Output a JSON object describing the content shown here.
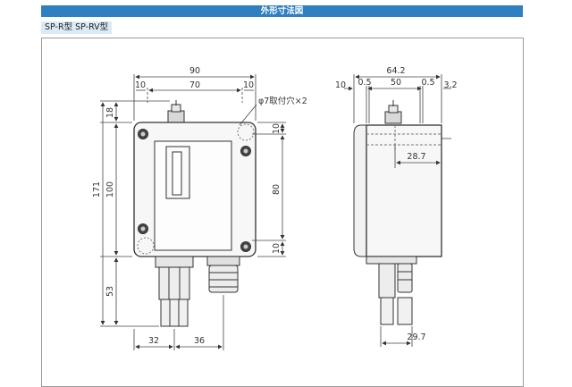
{
  "header": {
    "title": "外形寸法図"
  },
  "model_tag": {
    "label": "SP-R型  SP-RV型"
  },
  "front_view": {
    "dim_total_width": "90",
    "dim_left_margin": "10",
    "dim_center_width": "70",
    "dim_right_margin": "10",
    "mount_hole_note": "φ7取付穴×2",
    "dim_top_offset": "18",
    "dim_total_height": "171",
    "dim_body_height": "100",
    "dim_right_top": "10",
    "dim_hole_pitch": "80",
    "dim_right_bottom": "10",
    "dim_lower_height": "53",
    "dim_bottom_left": "32",
    "dim_bottom_right": "36"
  },
  "side_view": {
    "dim_total_width": "64.2",
    "dim_left": "10",
    "dim_gap_left": "0.5",
    "dim_center": "50",
    "dim_gap_right": "0.5",
    "dim_right": "3.2",
    "dim_offset": "28.7",
    "dim_bottom": "29.7"
  }
}
